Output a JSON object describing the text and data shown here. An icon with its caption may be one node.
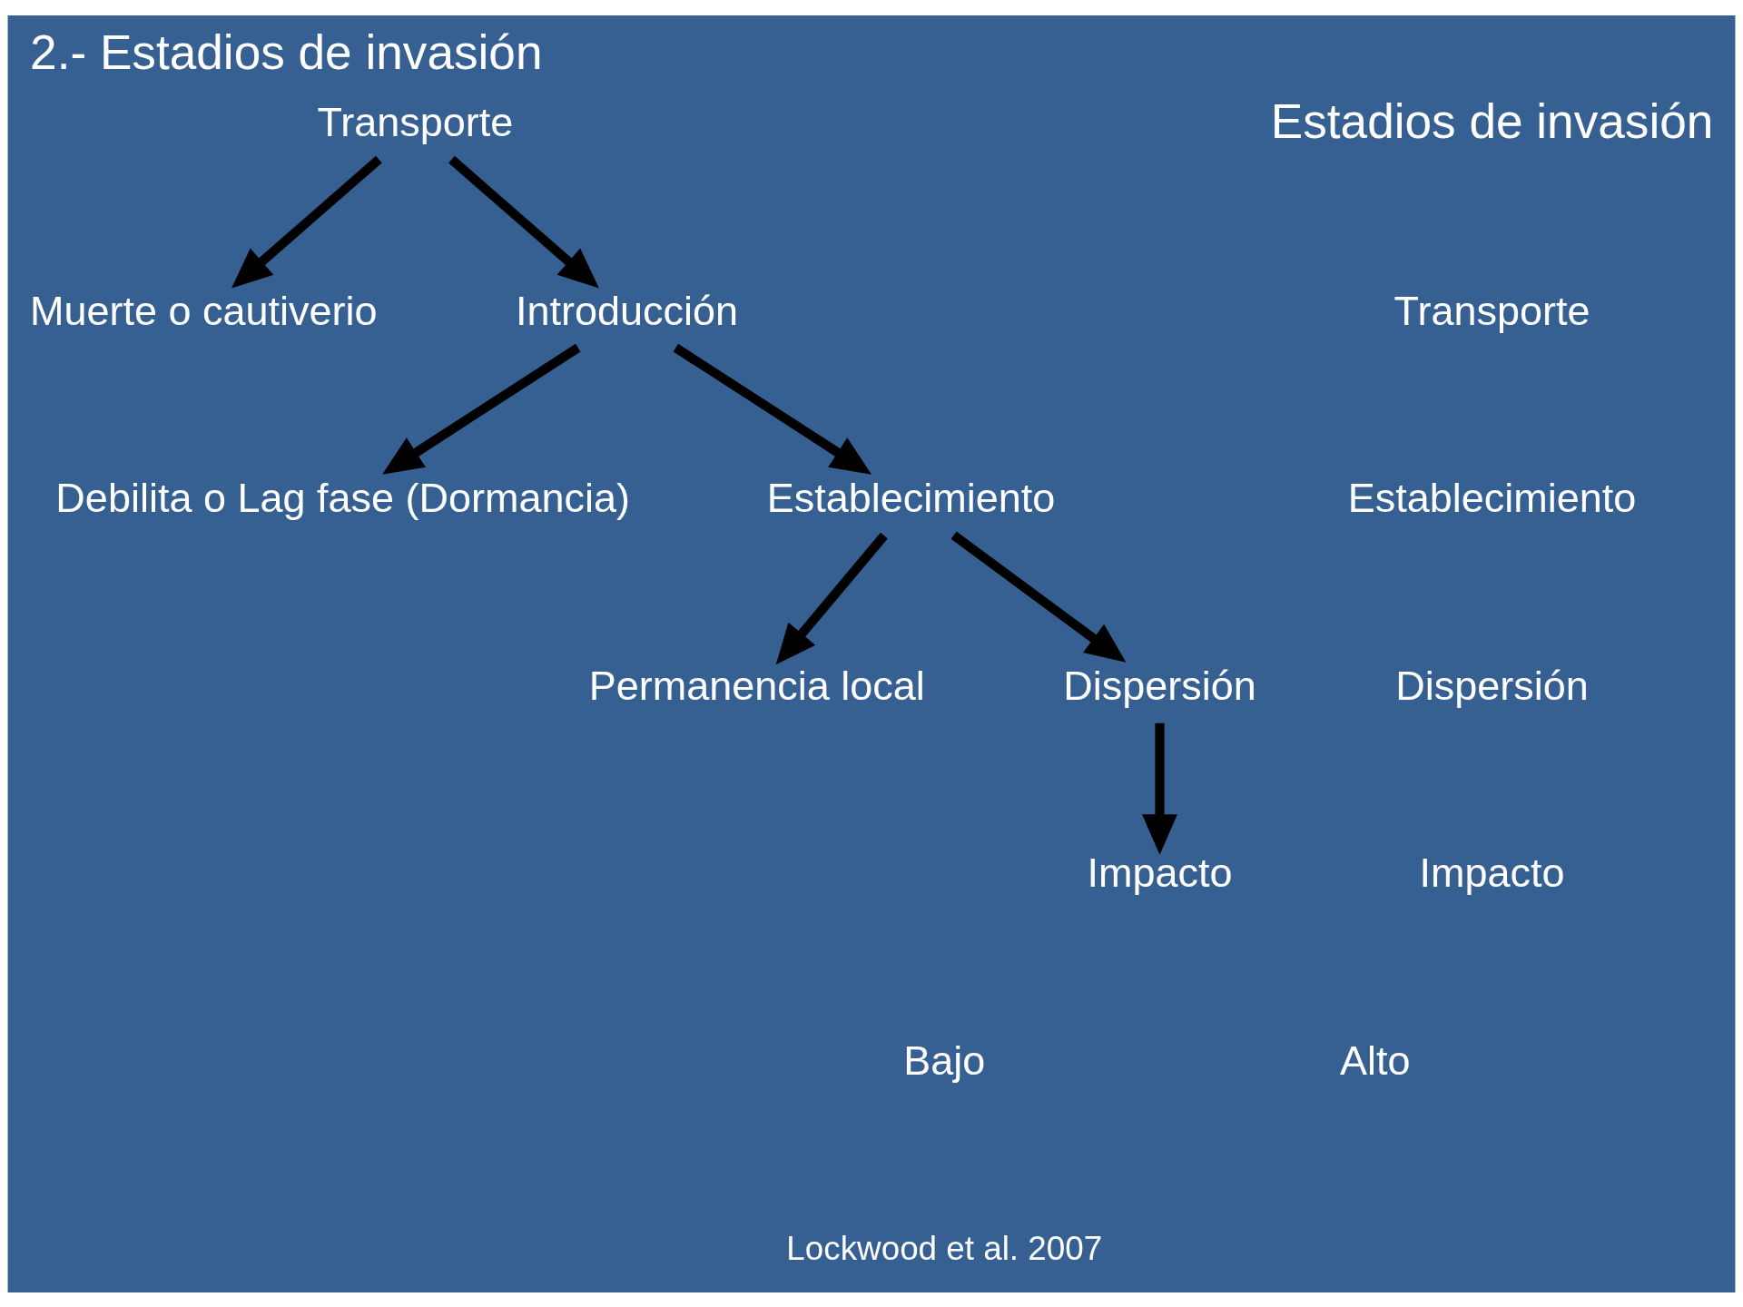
{
  "diagram": {
    "title": "2.- Estadios de invasión",
    "caption": "Lockwood et al. 2007",
    "nodes": [
      {
        "text": [
          "Transporte"
        ]
      },
      {
        "text": [
          "Muerte o cautiverio"
        ]
      },
      {
        "text": [
          "Introducción"
        ]
      },
      {
        "text": [
          "Debilita o Lag fase (Dormancia)"
        ]
      },
      {
        "text": [
          "Establecimiento"
        ]
      },
      {
        "text": [
          "Permanencia local"
        ]
      },
      {
        "text": [
          "Dispersión"
        ]
      },
      {
        "text": [
          "Impacto"
        ]
      }
    ],
    "edges": [
      {
        "from": 0,
        "to": 1,
        "arrow": "to"
      },
      {
        "from": 0,
        "to": 2,
        "arrow": "to"
      },
      {
        "from": 2,
        "to": 3,
        "arrow": "to"
      },
      {
        "from": 2,
        "to": 4,
        "arrow": "to"
      },
      {
        "from": 4,
        "to": 5,
        "arrow": "to"
      },
      {
        "from": 4,
        "to": 6,
        "arrow": "to"
      },
      {
        "from": 6,
        "to": 7,
        "arrow": "to"
      }
    ],
    "labels": [
      "Estadios de invasión",
      "Transporte",
      "Establecimiento",
      "Dispersión",
      "Impacto",
      "Bajo",
      "Alto"
    ]
  }
}
